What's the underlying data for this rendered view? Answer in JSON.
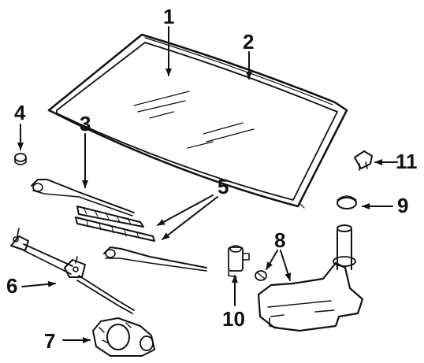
{
  "diagram": {
    "callouts": {
      "c1": "1",
      "c2": "2",
      "c3": "3",
      "c4": "4",
      "c5": "5",
      "c6": "6",
      "c7": "7",
      "c8": "8",
      "c9": "9",
      "c10": "10",
      "c11": "11"
    }
  },
  "colors": {
    "ink": "#111111",
    "background": "#ffffff"
  }
}
